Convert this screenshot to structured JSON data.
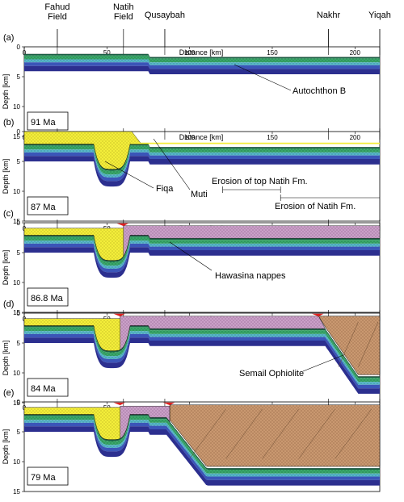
{
  "locations": [
    {
      "label": "Fahud\nField",
      "km": 20
    },
    {
      "label": "Natih\nField",
      "km": 60
    },
    {
      "label": "Qusaybah",
      "km": 85
    },
    {
      "label": "Nakhr",
      "km": 184
    },
    {
      "label": "Yiqah",
      "km": 215
    }
  ],
  "axis": {
    "distance_label": "Distance [km]",
    "depth_label": "Depth [km]",
    "x_ticks": [
      0,
      50,
      100,
      150,
      200
    ],
    "y_ticks": [
      0,
      5,
      10,
      15
    ],
    "x_range": [
      0,
      215
    ],
    "y_range": [
      0,
      15
    ]
  },
  "panels": [
    {
      "letter": "(a)",
      "age": "91 Ma"
    },
    {
      "letter": "(b)",
      "age": "87 Ma"
    },
    {
      "letter": "(c)",
      "age": "86.8 Ma"
    },
    {
      "letter": "(d)",
      "age": "84 Ma"
    },
    {
      "letter": "(e)",
      "age": "79 Ma"
    }
  ],
  "annotations": {
    "autochthon": "Autochthon B",
    "fiqa": "Fiqa",
    "muti": "Muti",
    "erosion_top": "Erosion of top Natih Fm.",
    "erosion_natih": "Erosion of Natih Fm.",
    "hawasina": "Hawasina nappes",
    "semail": "Semail Ophiolite"
  },
  "colors": {
    "fiqa_yellow": "#f3ee3a",
    "hawasina_pink": "#caa0c8",
    "ophiolite_brown": "#c99870",
    "deep_blue": "#2c2f8f",
    "blue": "#3b55b8",
    "green": "#3aa86a",
    "cyan": "#57b7c8",
    "thrust_red": "#e02020"
  }
}
